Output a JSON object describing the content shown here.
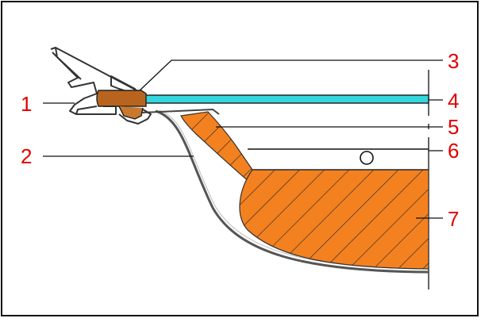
{
  "diagram": {
    "callouts": [
      {
        "id": "1",
        "label": "1"
      },
      {
        "id": "2",
        "label": "2"
      },
      {
        "id": "3",
        "label": "3"
      },
      {
        "id": "4",
        "label": "4"
      },
      {
        "id": "5",
        "label": "5"
      },
      {
        "id": "6",
        "label": "6"
      },
      {
        "id": "7",
        "label": "7"
      }
    ],
    "colors": {
      "callout_text": "#e00000",
      "glass": "#33d6dd",
      "fill": "#f4811f",
      "gasket": "#b8641e",
      "outline": "#333333",
      "frame_border": "#111111"
    }
  }
}
